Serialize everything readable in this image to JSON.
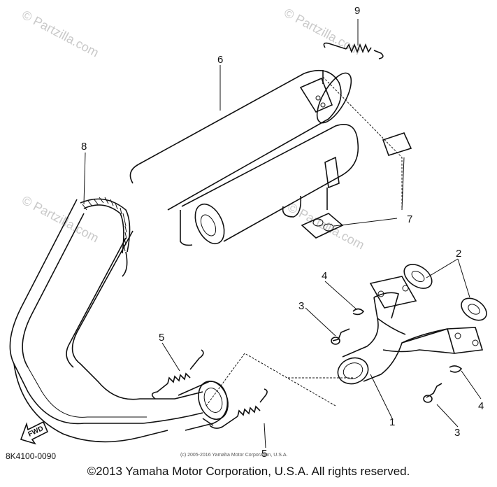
{
  "watermarks": {
    "top": "© Partzilla.com",
    "mid_left": "© Partzilla.com",
    "mid_right": "© Partzilla.com",
    "bottom": "© Partzilla.com"
  },
  "callouts": {
    "c1": "1",
    "c2": "2",
    "c3a": "3",
    "c3b": "3",
    "c4a": "4",
    "c4b": "4",
    "c5a": "5",
    "c5b": "5",
    "c6": "6",
    "c7": "7",
    "c8": "8",
    "c9": "9"
  },
  "fwd_label": "FWD",
  "diagram_code": "8K4100-0090",
  "small_copyright": "(c) 2005-2016 Yamaha Motor Corporation, U.S.A.",
  "footer_copyright": "©2013 Yamaha Motor Corporation, U.S.A. All rights reserved."
}
